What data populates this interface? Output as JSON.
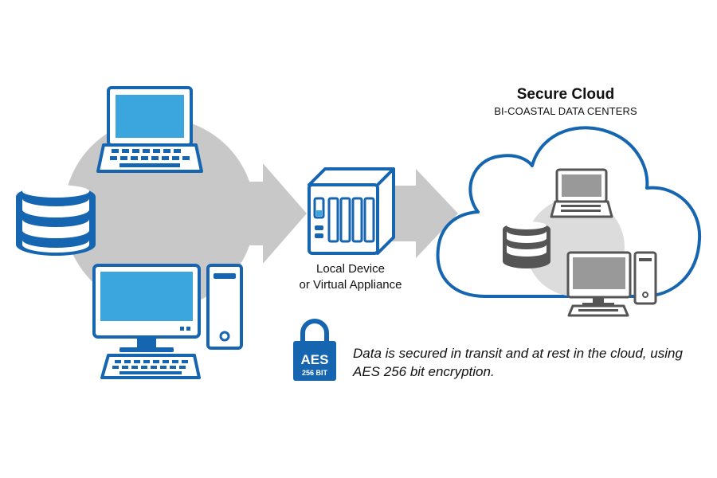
{
  "cloud": {
    "title": "Secure Cloud",
    "subtitle": "BI-COASTAL DATA CENTERS"
  },
  "local_device": {
    "line1": "Local Device",
    "line2": "or Virtual Appliance"
  },
  "encryption": {
    "badge_top": "AES",
    "badge_bottom": "256 BIT",
    "note": "Data is secured in transit and at rest in the cloud, using AES 256 bit encryption."
  },
  "colors": {
    "brand_blue": "#1565b0",
    "screen_blue": "#3aa6dd",
    "gray": "#c8c8c8",
    "device_gray": "#555555"
  },
  "icons": [
    "laptop-icon",
    "database-icon",
    "desktop-computer-icon",
    "nas-device-icon",
    "cloud-icon",
    "padlock-icon",
    "arrow-icon"
  ]
}
